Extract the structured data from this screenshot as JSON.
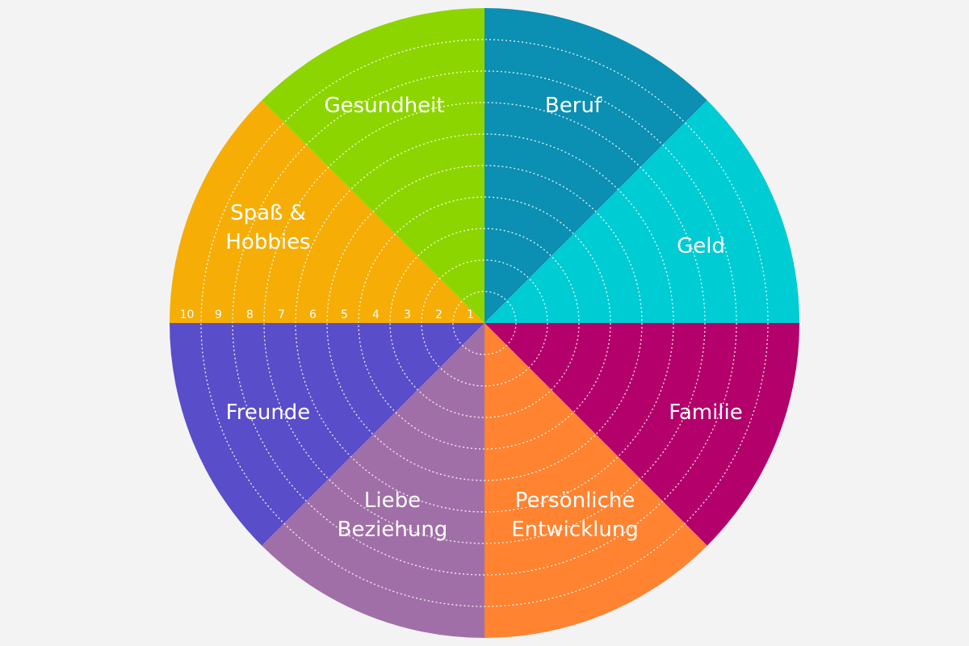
{
  "wheel": {
    "segments": [
      {
        "id": "beruf",
        "lines": [
          "Beruf"
        ],
        "color": "#0b8fb3"
      },
      {
        "id": "geld",
        "lines": [
          "Geld"
        ],
        "color": "#00ccd3"
      },
      {
        "id": "familie",
        "lines": [
          "Familie"
        ],
        "color": "#b3006b"
      },
      {
        "id": "persoenliche-entwicklung",
        "lines": [
          "Persönliche",
          "Entwicklung"
        ],
        "color": "#ff8330"
      },
      {
        "id": "liebe-beziehung",
        "lines": [
          "Liebe",
          "Beziehung"
        ],
        "color": "#a16fa8"
      },
      {
        "id": "freunde",
        "lines": [
          "Freunde"
        ],
        "color": "#5a4dc9"
      },
      {
        "id": "spass-hobbies",
        "lines": [
          "Spaß &",
          "Hobbies"
        ],
        "color": "#f6ae06"
      },
      {
        "id": "gesundheit",
        "lines": [
          "Gesundheit"
        ],
        "color": "#8dd500"
      }
    ],
    "scale": [
      "1",
      "2",
      "3",
      "4",
      "5",
      "6",
      "7",
      "8",
      "9",
      "10"
    ]
  }
}
